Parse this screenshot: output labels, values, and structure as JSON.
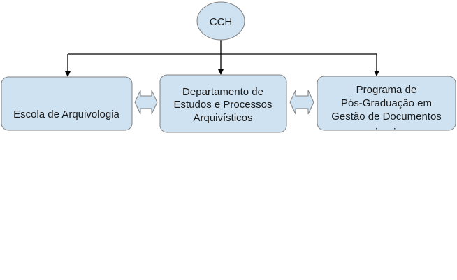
{
  "nodes": {
    "root": {
      "label": "CCH"
    },
    "left": {
      "lines": [
        "Escola de Arquivologia"
      ]
    },
    "center": {
      "lines": [
        "Departamento de",
        "Estudos e Processos",
        "Arquivísticos"
      ]
    },
    "right": {
      "lines": [
        "Programa de",
        "Pós-Graduação em",
        "Gestão de Documentos"
      ]
    }
  },
  "colors": {
    "fill": "#cfe2f1",
    "stroke": "#7f7f7f",
    "line": "#000000"
  }
}
